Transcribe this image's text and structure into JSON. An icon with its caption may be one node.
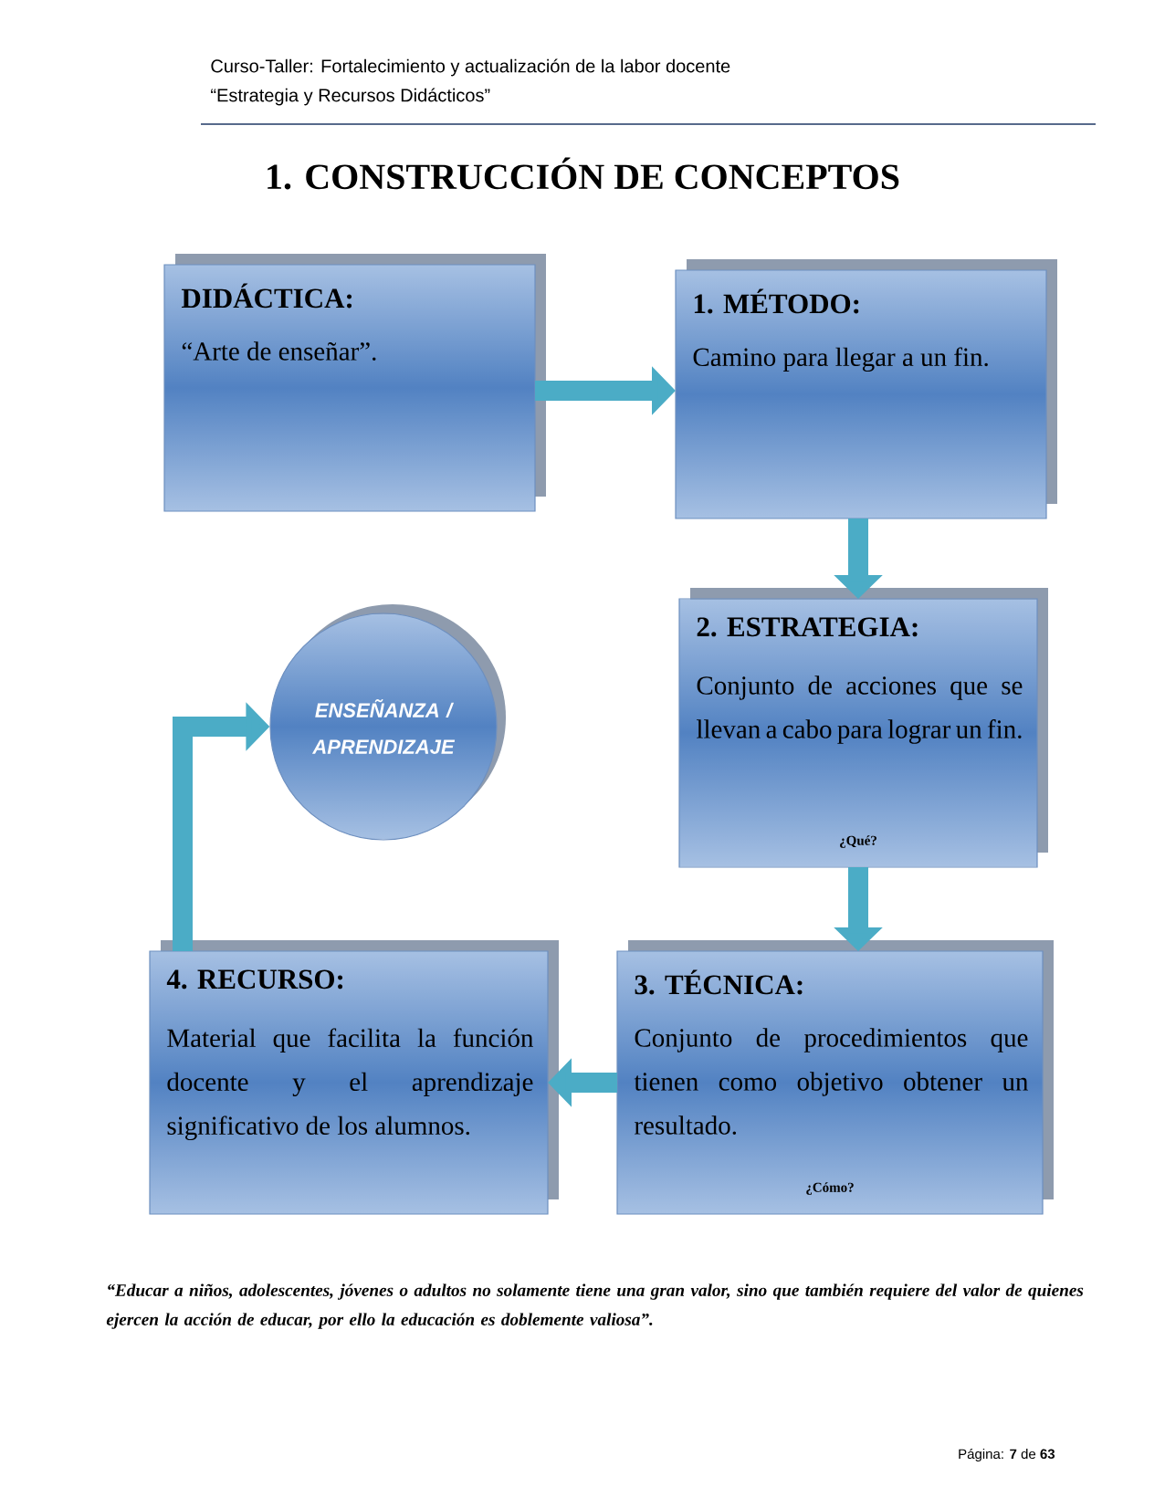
{
  "diagram": {
    "title": "1. CONSTRUCCIÓN DE CONCEPTOS",
    "nodes": [
      {
        "text": [
          "DIDÁCTICA:",
          "“Arte de enseñar”."
        ]
      },
      {
        "text": [
          "1. MÉTODO:",
          "Camino para llegar a un fin."
        ]
      },
      {
        "text": [
          "2. ESTRATEGIA:",
          "Conjunto de acciones que se llevan a cabo para lograr un fin.",
          "¿Qué?"
        ]
      },
      {
        "text": [
          "3. TÉCNICA:",
          "Conjunto de procedimientos que tienen como objetivo obtener un resultado.",
          "¿Cómo?"
        ]
      },
      {
        "text": [
          "4. RECURSO:",
          "Material que facilita la función docente y el aprendizaje significativo de los alumnos."
        ]
      },
      {
        "text": [
          "ENSEÑANZA / APRENDIZAJE"
        ]
      }
    ],
    "edges": [
      {
        "from": 0,
        "to": 1,
        "arrow": "to"
      },
      {
        "from": 1,
        "to": 2,
        "arrow": "to"
      },
      {
        "from": 2,
        "to": 3,
        "arrow": "to"
      },
      {
        "from": 3,
        "to": 4,
        "arrow": "to"
      },
      {
        "from": 4,
        "to": 5,
        "arrow": "to"
      }
    ],
    "labels": [
      "Curso-Taller: Fortalecimiento y actualización de la labor docente",
      "“Estrategia y Recursos Didácticos”",
      "“Educar a niños, adolescentes, jóvenes o adultos no solamente tiene una gran valor, sino que también requiere del valor de quienes ejercen la acción de educar, por ello la educación es doblemente valiosa”.",
      "Página: **7** de **63**"
    ]
  }
}
